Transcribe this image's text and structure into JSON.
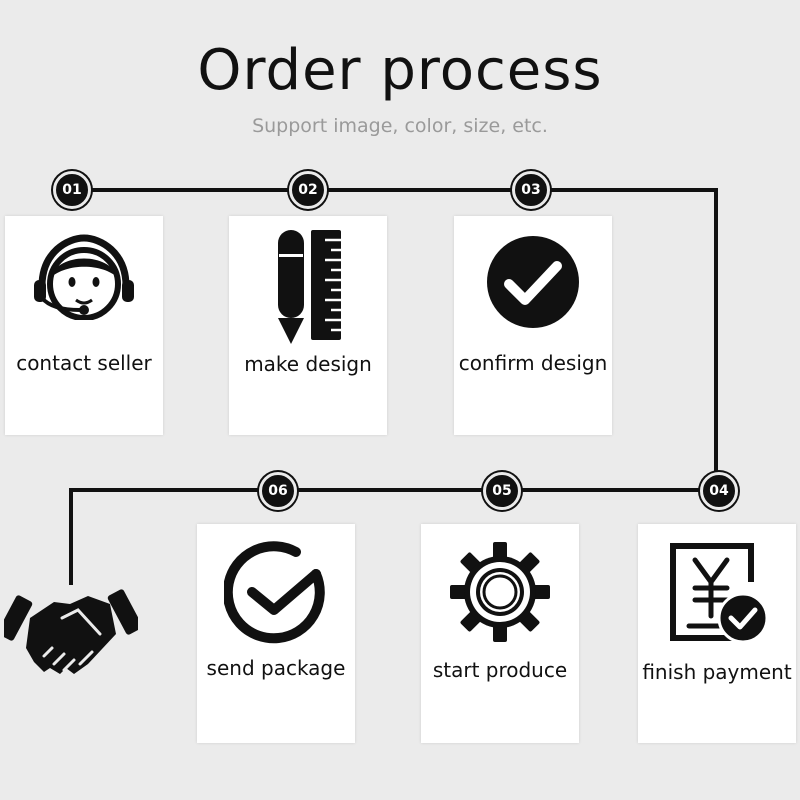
{
  "title": "Order process",
  "subtitle": "Support image, color, size, etc.",
  "steps": [
    {
      "number": "01",
      "label": "contact seller",
      "icon": "customer-service-icon"
    },
    {
      "number": "02",
      "label": "make design",
      "icon": "pencil-ruler-icon"
    },
    {
      "number": "03",
      "label": "confirm design",
      "icon": "check-circle-icon"
    },
    {
      "number": "04",
      "label": "finish payment",
      "icon": "payment-receipt-icon"
    },
    {
      "number": "05",
      "label": "start produce",
      "icon": "gear-icon"
    },
    {
      "number": "06",
      "label": "send package",
      "icon": "clock-icon"
    }
  ],
  "end_icon": "handshake-icon",
  "colors": {
    "background": "#ebebeb",
    "card": "#ffffff",
    "ink": "#111111",
    "subtitle": "#9a9a9a"
  }
}
